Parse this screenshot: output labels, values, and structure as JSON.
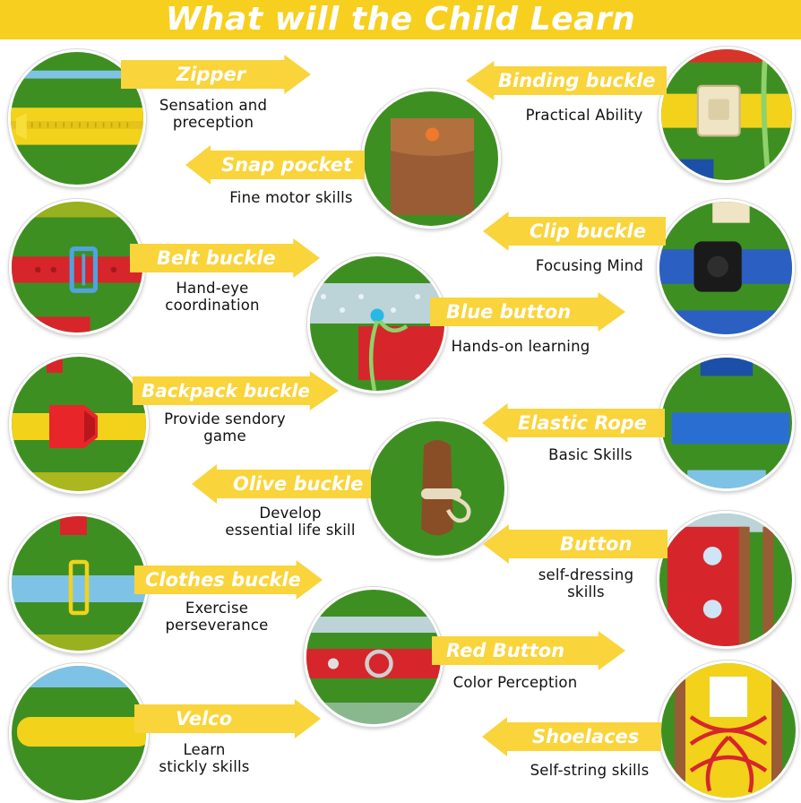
{
  "title": "What will the Child Learn",
  "colors": {
    "banner": "#f7cf1e",
    "arrow": "#f9d43a",
    "felt_green": "#3e8f22"
  },
  "items": [
    {
      "label": "Zipper",
      "description_lines": [
        "Sensation and",
        "preception"
      ]
    },
    {
      "label": "Binding buckle",
      "description_lines": [
        "Practical Ability"
      ]
    },
    {
      "label": "Snap pocket",
      "description_lines": [
        "Fine motor skills"
      ]
    },
    {
      "label": "Clip buckle",
      "description_lines": [
        "Focusing Mind"
      ]
    },
    {
      "label": "Belt buckle",
      "description_lines": [
        "Hand-eye",
        "coordination"
      ]
    },
    {
      "label": "Blue button",
      "description_lines": [
        "Hands-on learning"
      ]
    },
    {
      "label": "Backpack buckle",
      "description_lines": [
        "Provide sendory",
        "game"
      ]
    },
    {
      "label": "Elastic Rope",
      "description_lines": [
        "Basic Skills"
      ]
    },
    {
      "label": "Olive buckle",
      "description_lines": [
        "Develop",
        "essential life skill"
      ]
    },
    {
      "label": "Button",
      "description_lines": [
        "self-dressing",
        "skills"
      ]
    },
    {
      "label": "Clothes buckle",
      "description_lines": [
        "Exercise",
        "perseverance"
      ]
    },
    {
      "label": "Red Button",
      "description_lines": [
        "Color Perception"
      ]
    },
    {
      "label": "Velco",
      "description_lines": [
        "Learn",
        "stickly skills"
      ]
    },
    {
      "label": "Shoelaces",
      "description_lines": [
        "Self-string skills"
      ]
    }
  ]
}
